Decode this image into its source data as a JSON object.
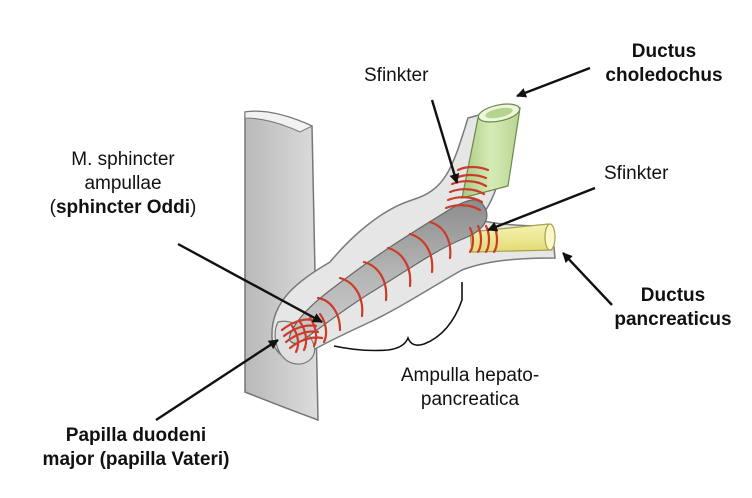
{
  "labels": {
    "sfinkter_top": "Sfinkter",
    "ductus_choledochus": [
      "Ductus",
      "choledochus"
    ],
    "sfinkter_right": "Sfinkter",
    "m_sphincter": [
      "M. sphincter",
      "ampullae"
    ],
    "sphincter_oddi_open": "(",
    "sphincter_oddi": "sphincter Oddi",
    "sphincter_oddi_close": ")",
    "ductus_pancreaticus": [
      "Ductus",
      "pancreaticus"
    ],
    "ampulla": [
      "Ampulla hepato-",
      "pancreatica"
    ],
    "papilla": [
      "Papilla duodeni",
      "major (papilla Vateri)"
    ]
  },
  "colors": {
    "duodenum_wall": "#c9c9c9",
    "tissue": "#e4e4e4",
    "ampulla_lumen": "#a9a9a9",
    "bile_duct": "#c9e0a8",
    "pancreatic_duct": "#f4f0a0",
    "sphincter_muscle": "#cc3b2a",
    "arrow": "#111111"
  }
}
